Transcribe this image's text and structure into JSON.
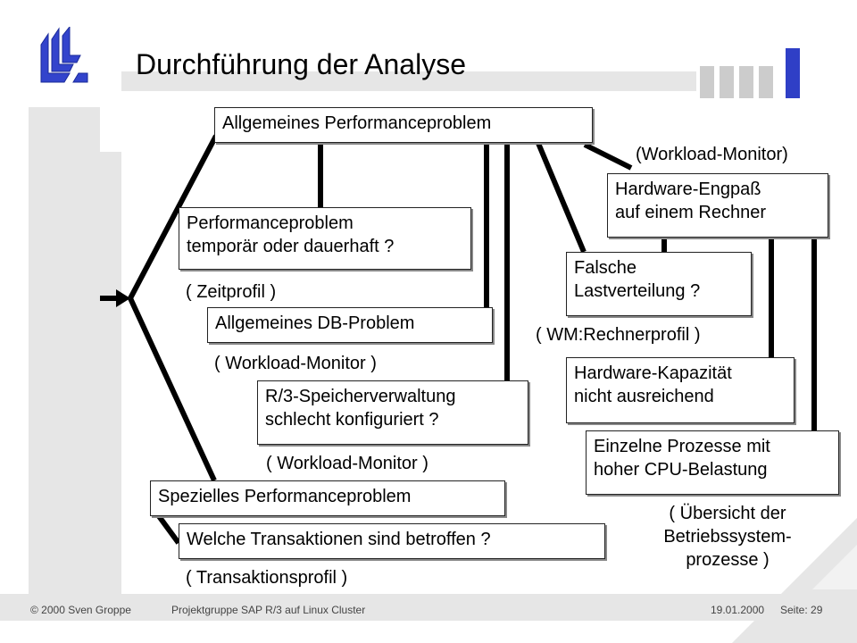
{
  "title": "Durchführung der Analyse",
  "boxes": {
    "root": "Allgemeines Performanceproblem",
    "temporal_l1": "Performanceproblem",
    "temporal_l2": "temporär oder dauerhaft ?",
    "db": "Allgemeines DB-Problem",
    "r3_l1": "R/3-Speicherverwaltung",
    "r3_l2": "schlecht konfiguriert ?",
    "special": "Spezielles Performanceproblem",
    "transactions": "Welche Transaktionen sind betroffen ?",
    "hw_l1": "Hardware-Engpaß",
    "hw_l2": "auf einem Rechner",
    "load_l1": "Falsche",
    "load_l2": "Lastverteilung ?",
    "capacity_l1": "Hardware-Kapazität",
    "capacity_l2": "nicht ausreichend",
    "cpu_l1": "Einzelne Prozesse mit",
    "cpu_l2": "hoher CPU-Belastung"
  },
  "notes": {
    "zeitprofil": "( Zeitprofil )",
    "workload1": "( Workload-Monitor )",
    "workload2": "( Workload-Monitor )",
    "workload_top": "(Workload-Monitor)",
    "transaktionsprofil": "( Transaktionsprofil )",
    "wm_rechner": "( WM:Rechnerprofil )",
    "os_l1": "( Übersicht der",
    "os_l2": "Betriebssystem-",
    "os_l3": "prozesse )"
  },
  "footer": {
    "copyright": "© 2000 Sven Groppe",
    "project": "Projektgruppe SAP R/3 auf Linux Cluster",
    "date": "19.01.2000",
    "page": "Seite: 29"
  },
  "colors": {
    "logo": "#3344cc",
    "frame": "#e6e6e6",
    "accent_bar": "#2f3fc6",
    "gray_bar": "#cccccc"
  }
}
